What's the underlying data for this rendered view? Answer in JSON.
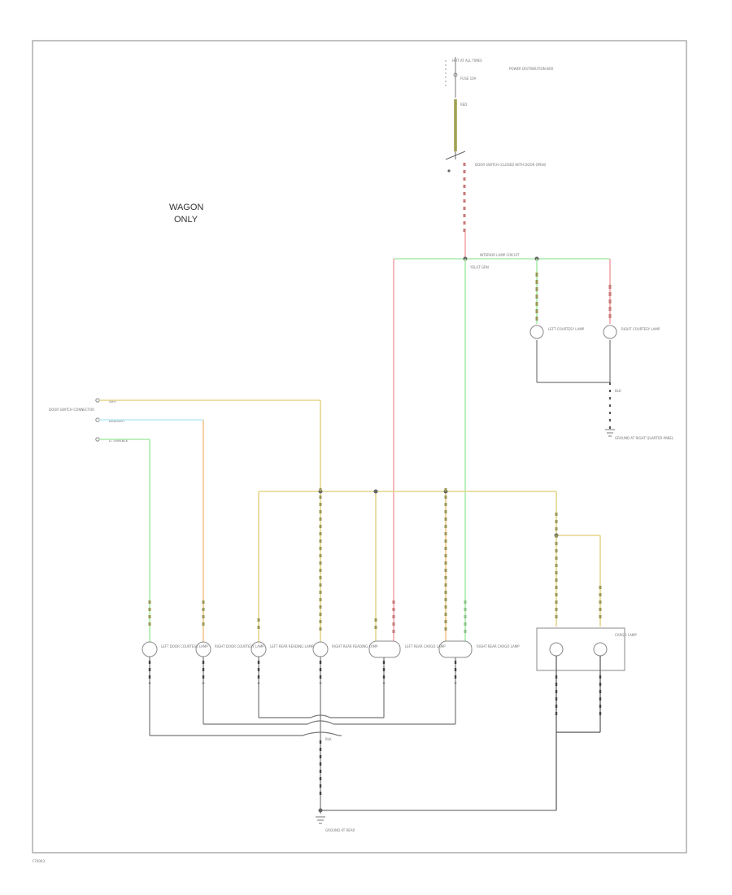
{
  "colors": {
    "frame": "#9a9a9a",
    "wire_black": "#555555",
    "wire_yellow": "#e4d58c",
    "wire_green": "#a8ecaa",
    "wire_red": "#f2a9a9",
    "wire_cyan": "#b8ecf6",
    "wire_orange": "#f0c68c",
    "wire_olive": "#9a9a58",
    "lamp": "#8a8a8a"
  },
  "heading": {
    "line1": "WAGON",
    "line2": "ONLY"
  },
  "footer_code": "F70093",
  "top_switch": {
    "source_label": "HOT AT ALL TIMES",
    "fuse_label": "FUSE 10A",
    "pos_label": "POWER DISTRIBUTION BOX",
    "wire_label": "RED",
    "switch_label": "DOOR SWITCH (CLOSED WITH DOOR OPEN)"
  },
  "ground_labels": {
    "g1": "GROUND AT REAR",
    "g2": "GROUND AT RIGHT QUARTER PANEL"
  },
  "lamps": [
    {
      "id": "lamp1",
      "label": "LEFT DOOR COURTESY LAMP"
    },
    {
      "id": "lamp2",
      "label": "RIGHT DOOR COURTESY LAMP"
    },
    {
      "id": "lamp3",
      "label": "LEFT REAR READING LAMP"
    },
    {
      "id": "lamp4",
      "label": "RIGHT REAR READING LAMP"
    },
    {
      "id": "lamp5",
      "label": "LEFT REAR CARGO LAMP"
    },
    {
      "id": "lamp6",
      "label": "RIGHT REAR CARGO LAMP"
    },
    {
      "id": "lamp7",
      "label": "LEFT COURTESY LAMP"
    },
    {
      "id": "lamp8",
      "label": "RIGHT COURTESY LAMP"
    },
    {
      "id": "lamp9",
      "label": "CARGO LAMP"
    }
  ],
  "connector_labels": {
    "left_block": "DOOR SWITCH CONNECTOR",
    "pin_a": "WHT",
    "pin_b": "BRN/WHT",
    "pin_c": "LT GRN/BLK",
    "mid_note": "YEL/LT GRN",
    "right_note": "INTERIOR LAMP CIRCUIT",
    "wire_tag1": "BLK",
    "wire_tag2": "BLK"
  }
}
